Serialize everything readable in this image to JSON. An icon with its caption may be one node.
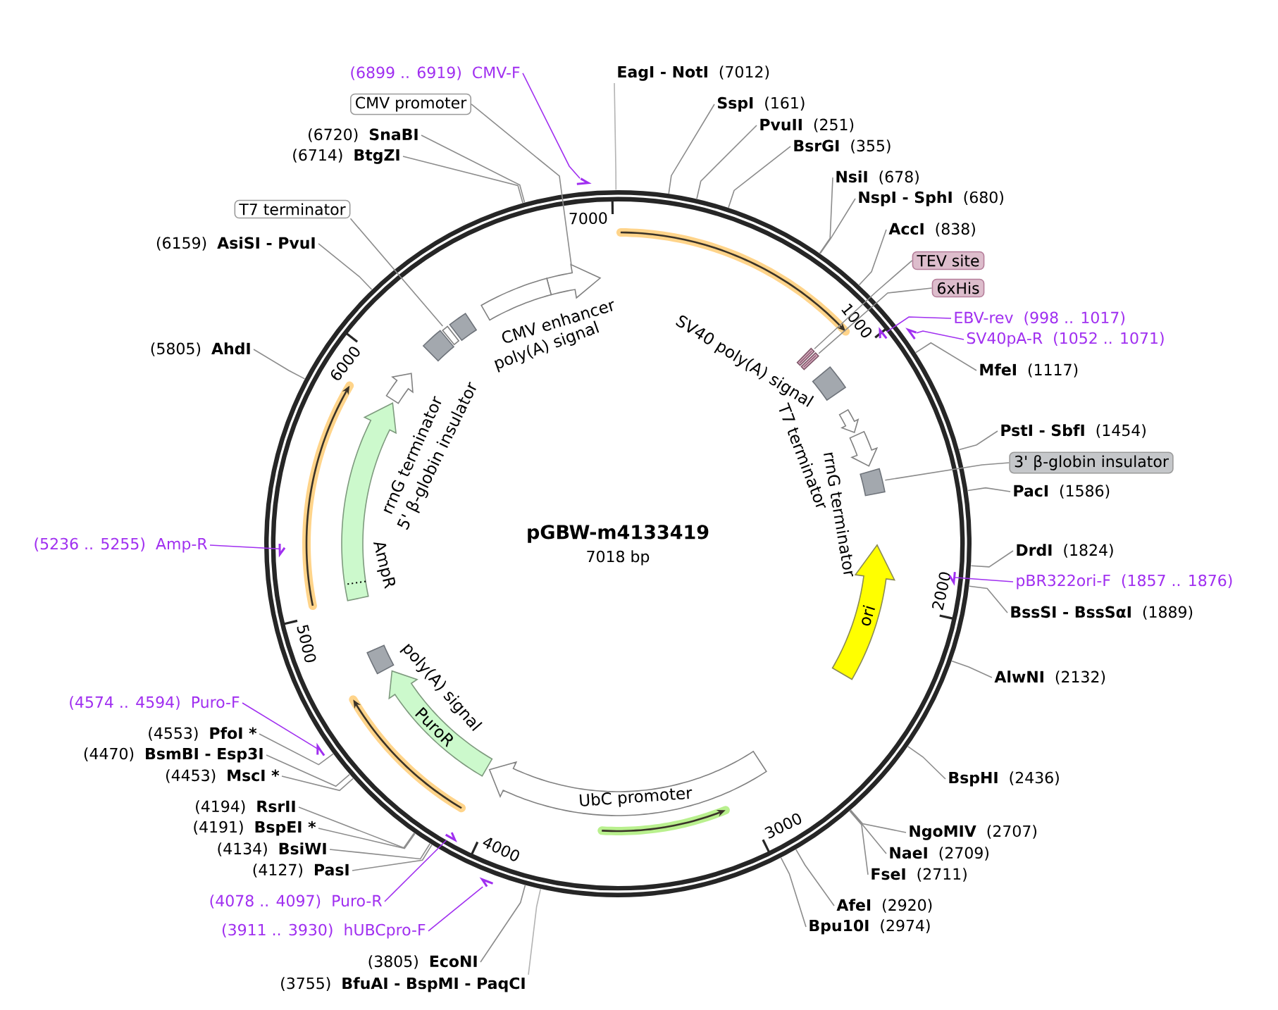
{
  "diagram": {
    "title": "pGBW-m4133419",
    "nodes": [
      {
        "text": [],
        "shape": "circle"
      },
      {
        "text": [
          "EagI - NotI",
          "(7012)"
        ]
      },
      {
        "text": [
          "SspI",
          "(161)"
        ]
      },
      {
        "text": [
          "PvuII",
          "(251)"
        ]
      },
      {
        "text": [
          "BsrGI",
          "(355)"
        ]
      },
      {
        "text": [
          "NsiI",
          "(678)"
        ]
      },
      {
        "text": [
          "NspI - SphI",
          "(680)"
        ]
      },
      {
        "text": [
          "AccI",
          "(838)"
        ]
      },
      {
        "text": [
          "TEV site"
        ]
      },
      {
        "text": [
          "6xHis"
        ]
      },
      {
        "text": [
          "EBV-rev",
          "(998 .. 1017)"
        ]
      },
      {
        "text": [
          "SV40pA-R",
          "(1052 .. 1071)"
        ]
      },
      {
        "text": [
          "MfeI",
          "(1117)"
        ]
      },
      {
        "text": [
          "PstI - SbfI",
          "(1454)"
        ]
      },
      {
        "text": [
          "3' β-globin insulator"
        ]
      },
      {
        "text": [
          "PacI",
          "(1586)"
        ]
      },
      {
        "text": [
          "DrdI",
          "(1824)"
        ]
      },
      {
        "text": [
          "pBR322ori-F",
          "(1857 .. 1876)"
        ]
      },
      {
        "text": [
          "BssSI - BssSαI",
          "(1889)"
        ]
      },
      {
        "text": [
          "AlwNI",
          "(2132)"
        ]
      },
      {
        "text": [
          "BspHI",
          "(2436)"
        ]
      },
      {
        "text": [
          "NgoMIV",
          "(2707)"
        ]
      },
      {
        "text": [
          "NaeI",
          "(2709)"
        ]
      },
      {
        "text": [
          "FseI",
          "(2711)"
        ]
      },
      {
        "text": [
          "AfeI",
          "(2920)"
        ]
      },
      {
        "text": [
          "Bpu10I",
          "(2974)"
        ]
      },
      {
        "text": [
          "(3755)",
          "BfuAI - BspMI - PaqCI"
        ]
      },
      {
        "text": [
          "(3805)",
          "EcoNI"
        ]
      },
      {
        "text": [
          "(3911 .. 3930)",
          "hUBCpro-F"
        ]
      },
      {
        "text": [
          "(4078 .. 4097)",
          "Puro-R"
        ]
      },
      {
        "text": [
          "(4127)",
          "PasI"
        ]
      },
      {
        "text": [
          "(4134)",
          "BsiWI"
        ]
      },
      {
        "text": [
          "(4191)",
          "BspEI *"
        ]
      },
      {
        "text": [
          "(4194)",
          "RsrII"
        ]
      },
      {
        "text": [
          "(4453)",
          "MscI *"
        ]
      },
      {
        "text": [
          "(4470)",
          "BsmBI - Esp3I"
        ]
      },
      {
        "text": [
          "(4553)",
          "PfoI *"
        ]
      },
      {
        "text": [
          "(4574 .. 4594)",
          "Puro-F"
        ]
      },
      {
        "text": [
          "(5236 .. 5255)",
          "Amp-R"
        ]
      },
      {
        "text": [
          "(5805)",
          "AhdI"
        ]
      },
      {
        "text": [
          "(6159)",
          "AsiSI - PvuI"
        ]
      },
      {
        "text": [
          "T7 terminator"
        ]
      },
      {
        "text": [
          "(6714)",
          "BtgZI"
        ]
      },
      {
        "text": [
          "(6720)",
          "SnaBI"
        ]
      },
      {
        "text": [
          "CMV promoter"
        ]
      },
      {
        "text": [
          "(6899 .. 6919)",
          "CMV-F"
        ]
      },
      {
        "text": [],
        "shape": "arrow",
        "in": 0
      },
      {
        "text": [],
        "shape": "bar",
        "in": 0
      },
      {
        "text": [],
        "shape": "bar",
        "in": 0
      },
      {
        "text": [
          "SV40 poly(A) signal"
        ],
        "in": 0
      },
      {
        "text": [
          "T7 terminator"
        ],
        "in": 0
      },
      {
        "text": [
          "rrnG terminator"
        ],
        "in": 0
      },
      {
        "text": [],
        "shape": "box",
        "in": 0
      },
      {
        "text": [
          "ori"
        ],
        "in": 0
      },
      {
        "text": [
          "UbC promoter"
        ],
        "in": 0
      },
      {
        "text": [
          "PuroR"
        ],
        "in": 0
      },
      {
        "text": [
          "poly(A) signal"
        ],
        "in": 0
      },
      {
        "text": [
          "AmpR"
        ],
        "in": 0
      },
      {
        "text": [
          "rrnG terminator"
        ],
        "in": 0
      },
      {
        "text": [
          "5' β-globin insulator"
        ],
        "in": 0
      },
      {
        "text": [],
        "shape": "box",
        "in": 0
      },
      {
        "text": [
          "poly(A) signal"
        ],
        "in": 0
      },
      {
        "text": [
          "CMV enhancer"
        ],
        "in": 0
      },
      {
        "text": [],
        "shape": "arrow"
      },
      {
        "text": [],
        "shape": "arrow",
        "in": 0
      },
      {
        "text": [],
        "shape": "arrow"
      },
      {
        "text": [],
        "shape": "arrow",
        "in": 0
      },
      {
        "text": [],
        "shape": "arrow"
      },
      {
        "text": [],
        "shape": "arrow",
        "in": 0
      },
      {
        "text": [],
        "shape": "arrow"
      },
      {
        "text": [],
        "shape": "arrow",
        "in": 0
      }
    ],
    "edges": [
      {
        "from": 1,
        "to": 0,
        "arrow": "none",
        "color": "#b3b3b3"
      },
      {
        "from": 2,
        "to": 0,
        "arrow": "none"
      },
      {
        "from": 3,
        "to": 0,
        "arrow": "none"
      },
      {
        "from": 4,
        "to": 0,
        "arrow": "none"
      },
      {
        "from": 5,
        "to": 0,
        "arrow": "none"
      },
      {
        "from": 6,
        "to": 0,
        "arrow": "none"
      },
      {
        "from": 7,
        "to": 0,
        "arrow": "none"
      },
      {
        "from": 8,
        "to": 47,
        "arrow": "none"
      },
      {
        "from": 9,
        "to": 48,
        "arrow": "none"
      },
      {
        "from": 10,
        "to": 64,
        "arrow": "none",
        "color": "#a02ff0"
      },
      {
        "from": 11,
        "to": 65,
        "arrow": "none",
        "color": "#a02ff0"
      },
      {
        "from": 12,
        "to": 0,
        "arrow": "none"
      },
      {
        "from": 13,
        "to": 0,
        "arrow": "none"
      },
      {
        "from": 14,
        "to": 52,
        "arrow": "none"
      },
      {
        "from": 15,
        "to": 0,
        "arrow": "none"
      },
      {
        "from": 16,
        "to": 0,
        "arrow": "none"
      },
      {
        "from": 17,
        "to": 66,
        "arrow": "none",
        "color": "#a02ff0"
      },
      {
        "from": 18,
        "to": 0,
        "arrow": "none"
      },
      {
        "from": 19,
        "to": 0,
        "arrow": "none"
      },
      {
        "from": 20,
        "to": 0,
        "arrow": "none"
      },
      {
        "from": 21,
        "to": 0,
        "arrow": "none"
      },
      {
        "from": 22,
        "to": 0,
        "arrow": "none"
      },
      {
        "from": 23,
        "to": 0,
        "arrow": "none"
      },
      {
        "from": 24,
        "to": 0,
        "arrow": "none"
      },
      {
        "from": 25,
        "to": 0,
        "arrow": "none"
      },
      {
        "from": 26,
        "to": 0,
        "arrow": "none",
        "color": "#b3b3b3"
      },
      {
        "from": 27,
        "to": 0,
        "arrow": "none"
      },
      {
        "from": 28,
        "to": 67,
        "arrow": "none",
        "color": "#a02ff0"
      },
      {
        "from": 29,
        "to": 68,
        "arrow": "none",
        "color": "#a02ff0"
      },
      {
        "from": 30,
        "to": 0,
        "arrow": "none"
      },
      {
        "from": 31,
        "to": 0,
        "arrow": "none"
      },
      {
        "from": 32,
        "to": 0,
        "arrow": "none"
      },
      {
        "from": 33,
        "to": 0,
        "arrow": "none"
      },
      {
        "from": 34,
        "to": 0,
        "arrow": "none"
      },
      {
        "from": 35,
        "to": 0,
        "arrow": "none"
      },
      {
        "from": 36,
        "to": 0,
        "arrow": "none"
      },
      {
        "from": 37,
        "to": 69,
        "arrow": "none",
        "color": "#a02ff0"
      },
      {
        "from": 38,
        "to": 70,
        "arrow": "none",
        "color": "#a02ff0"
      },
      {
        "from": 39,
        "to": 0,
        "arrow": "none"
      },
      {
        "from": 40,
        "to": 0,
        "arrow": "none"
      },
      {
        "from": 41,
        "to": 60,
        "arrow": "none"
      },
      {
        "from": 42,
        "to": 0,
        "arrow": "none"
      },
      {
        "from": 43,
        "to": 0,
        "arrow": "none"
      },
      {
        "from": 44,
        "to": 46,
        "arrow": "none"
      },
      {
        "from": 45,
        "to": 63,
        "arrow": "none",
        "color": "#a02ff0"
      }
    ],
    "labels": [
      "7000",
      "1000",
      "6000",
      "7018 bp",
      "2000",
      "5000",
      "3000",
      "4000"
    ]
  }
}
